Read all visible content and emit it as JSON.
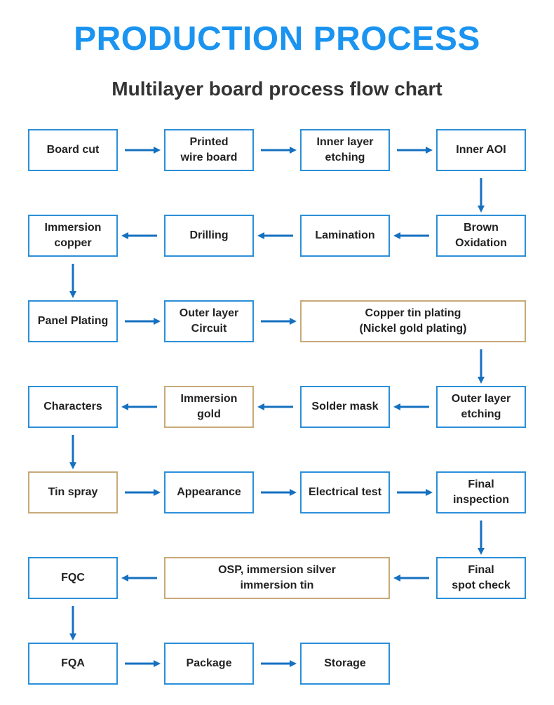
{
  "header": {
    "title": "PRODUCTION PROCESS",
    "subtitle": "Multilayer board process flow chart"
  },
  "colors": {
    "title": "#1a94f0",
    "box_border": "#2c8fd9",
    "box_border_alt": "#c8aa7a",
    "arrow": "#1570c0"
  },
  "steps": [
    {
      "id": "board-cut",
      "label": "Board cut",
      "style": "blue"
    },
    {
      "id": "printed-wire-board",
      "label": "Printed\nwire board",
      "style": "blue"
    },
    {
      "id": "inner-layer-etching",
      "label": "Inner layer\netching",
      "style": "blue"
    },
    {
      "id": "inner-aoi",
      "label": "Inner AOI",
      "style": "blue"
    },
    {
      "id": "brown-oxidation",
      "label": "Brown\nOxidation",
      "style": "blue"
    },
    {
      "id": "lamination",
      "label": "Lamination",
      "style": "blue"
    },
    {
      "id": "drilling",
      "label": "Drilling",
      "style": "blue"
    },
    {
      "id": "immersion-copper",
      "label": "Immersion\ncopper",
      "style": "blue"
    },
    {
      "id": "panel-plating",
      "label": "Panel Plating",
      "style": "blue"
    },
    {
      "id": "outer-layer-circuit",
      "label": "Outer layer\nCircuit",
      "style": "blue"
    },
    {
      "id": "copper-tin-plating",
      "label": "Copper tin plating\n(Nickel gold plating)",
      "style": "tan"
    },
    {
      "id": "outer-layer-etching",
      "label": "Outer layer\netching",
      "style": "blue"
    },
    {
      "id": "solder-mask",
      "label": "Solder mask",
      "style": "blue"
    },
    {
      "id": "immersion-gold",
      "label": "Immersion\ngold",
      "style": "tan"
    },
    {
      "id": "characters",
      "label": "Characters",
      "style": "blue"
    },
    {
      "id": "tin-spray",
      "label": "Tin spray",
      "style": "tan"
    },
    {
      "id": "appearance",
      "label": "Appearance",
      "style": "blue"
    },
    {
      "id": "electrical-test",
      "label": "Electrical test",
      "style": "blue"
    },
    {
      "id": "final-inspection",
      "label": "Final\ninspection",
      "style": "blue"
    },
    {
      "id": "final-spot-check",
      "label": "Final\nspot check",
      "style": "blue"
    },
    {
      "id": "osp-immersion",
      "label": "OSP, immersion silver\nimmersion tin",
      "style": "tan"
    },
    {
      "id": "fqc",
      "label": "FQC",
      "style": "blue"
    },
    {
      "id": "fqa",
      "label": "FQA",
      "style": "blue"
    },
    {
      "id": "package",
      "label": "Package",
      "style": "blue"
    },
    {
      "id": "storage",
      "label": "Storage",
      "style": "blue"
    }
  ],
  "edges": [
    [
      "board-cut",
      "printed-wire-board"
    ],
    [
      "printed-wire-board",
      "inner-layer-etching"
    ],
    [
      "inner-layer-etching",
      "inner-aoi"
    ],
    [
      "inner-aoi",
      "brown-oxidation"
    ],
    [
      "brown-oxidation",
      "lamination"
    ],
    [
      "lamination",
      "drilling"
    ],
    [
      "drilling",
      "immersion-copper"
    ],
    [
      "immersion-copper",
      "panel-plating"
    ],
    [
      "panel-plating",
      "outer-layer-circuit"
    ],
    [
      "outer-layer-circuit",
      "copper-tin-plating"
    ],
    [
      "copper-tin-plating",
      "outer-layer-etching"
    ],
    [
      "outer-layer-etching",
      "solder-mask"
    ],
    [
      "solder-mask",
      "immersion-gold"
    ],
    [
      "immersion-gold",
      "characters"
    ],
    [
      "characters",
      "tin-spray"
    ],
    [
      "tin-spray",
      "appearance"
    ],
    [
      "appearance",
      "electrical-test"
    ],
    [
      "electrical-test",
      "final-inspection"
    ],
    [
      "final-inspection",
      "final-spot-check"
    ],
    [
      "final-spot-check",
      "osp-immersion"
    ],
    [
      "osp-immersion",
      "fqc"
    ],
    [
      "fqc",
      "fqa"
    ],
    [
      "fqa",
      "package"
    ],
    [
      "package",
      "storage"
    ]
  ]
}
